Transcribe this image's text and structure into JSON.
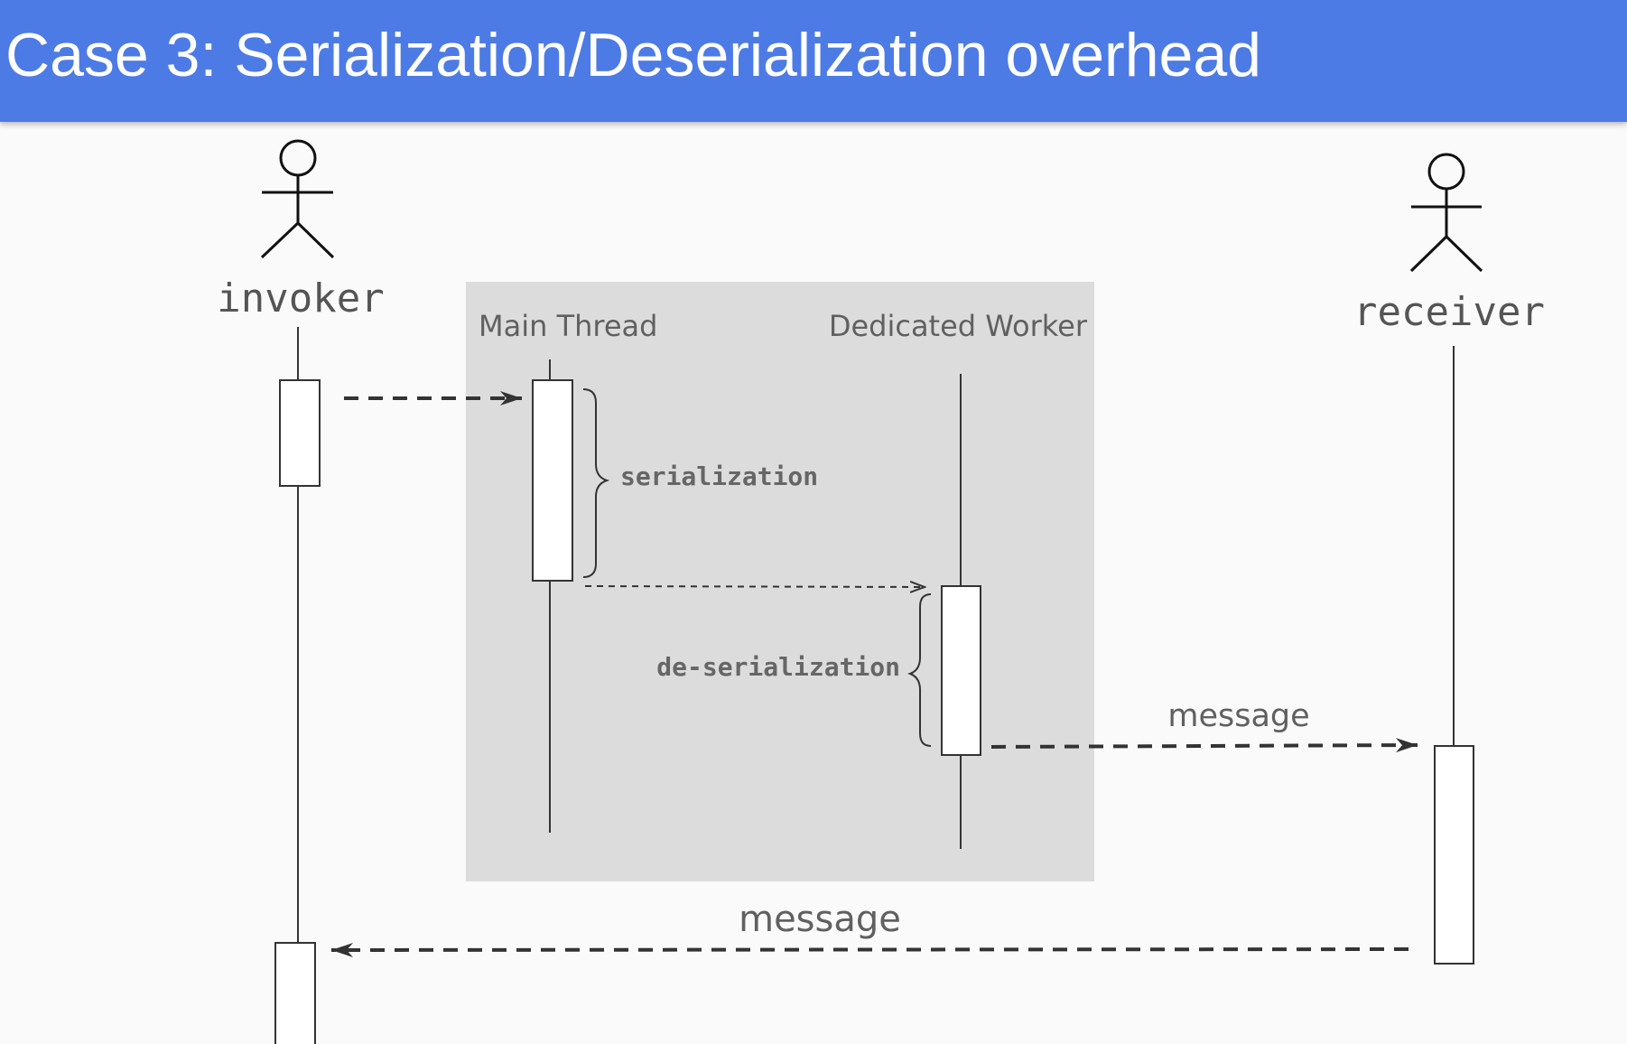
{
  "header": {
    "title": "Case 3: Serialization/Deserialization overhead"
  },
  "diagram": {
    "actors": {
      "invoker": "invoker",
      "receiver": "receiver"
    },
    "group_box": {
      "main_thread": "Main Thread",
      "dedicated_worker": "Dedicated Worker"
    },
    "annotations": {
      "serialization": "serialization",
      "deserialization": "de-serialization"
    },
    "messages": {
      "worker_to_receiver": "message",
      "receiver_to_invoker": "message"
    }
  },
  "colors": {
    "header_bg": "#4d7be5",
    "header_text": "#ffffff",
    "page_bg": "#fafafa",
    "group_box_bg": "#dddcdd",
    "line": "#333333"
  }
}
